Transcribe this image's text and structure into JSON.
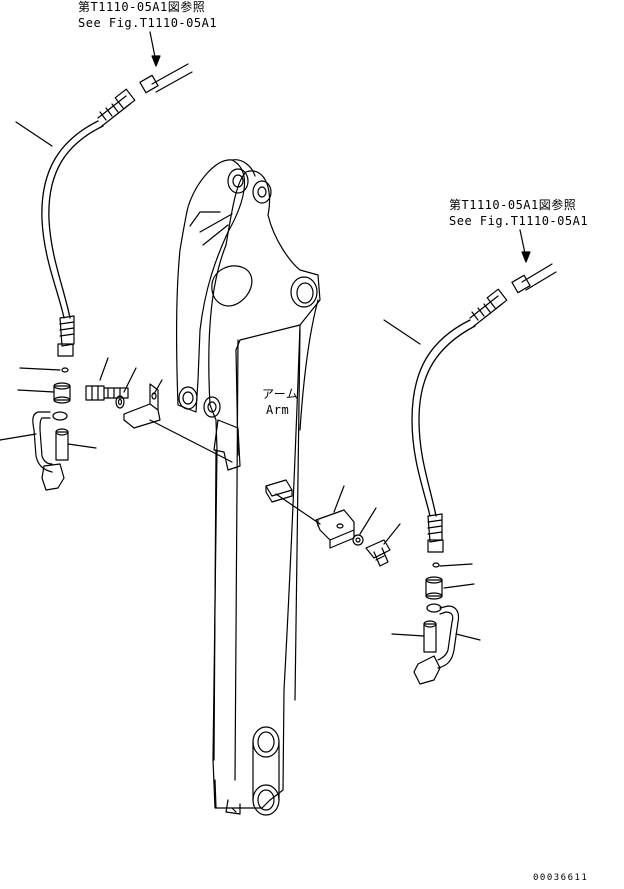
{
  "references": {
    "upper_left": {
      "jp": "第T1110-05A1図参照",
      "en": "See Fig.T1110-05A1"
    },
    "right": {
      "jp": "第T1110-05A1図参照",
      "en": "See Fig.T1110-05A1"
    }
  },
  "arm_label": {
    "jp": "アーム",
    "en": "Arm"
  },
  "drawing_number": "00036611"
}
